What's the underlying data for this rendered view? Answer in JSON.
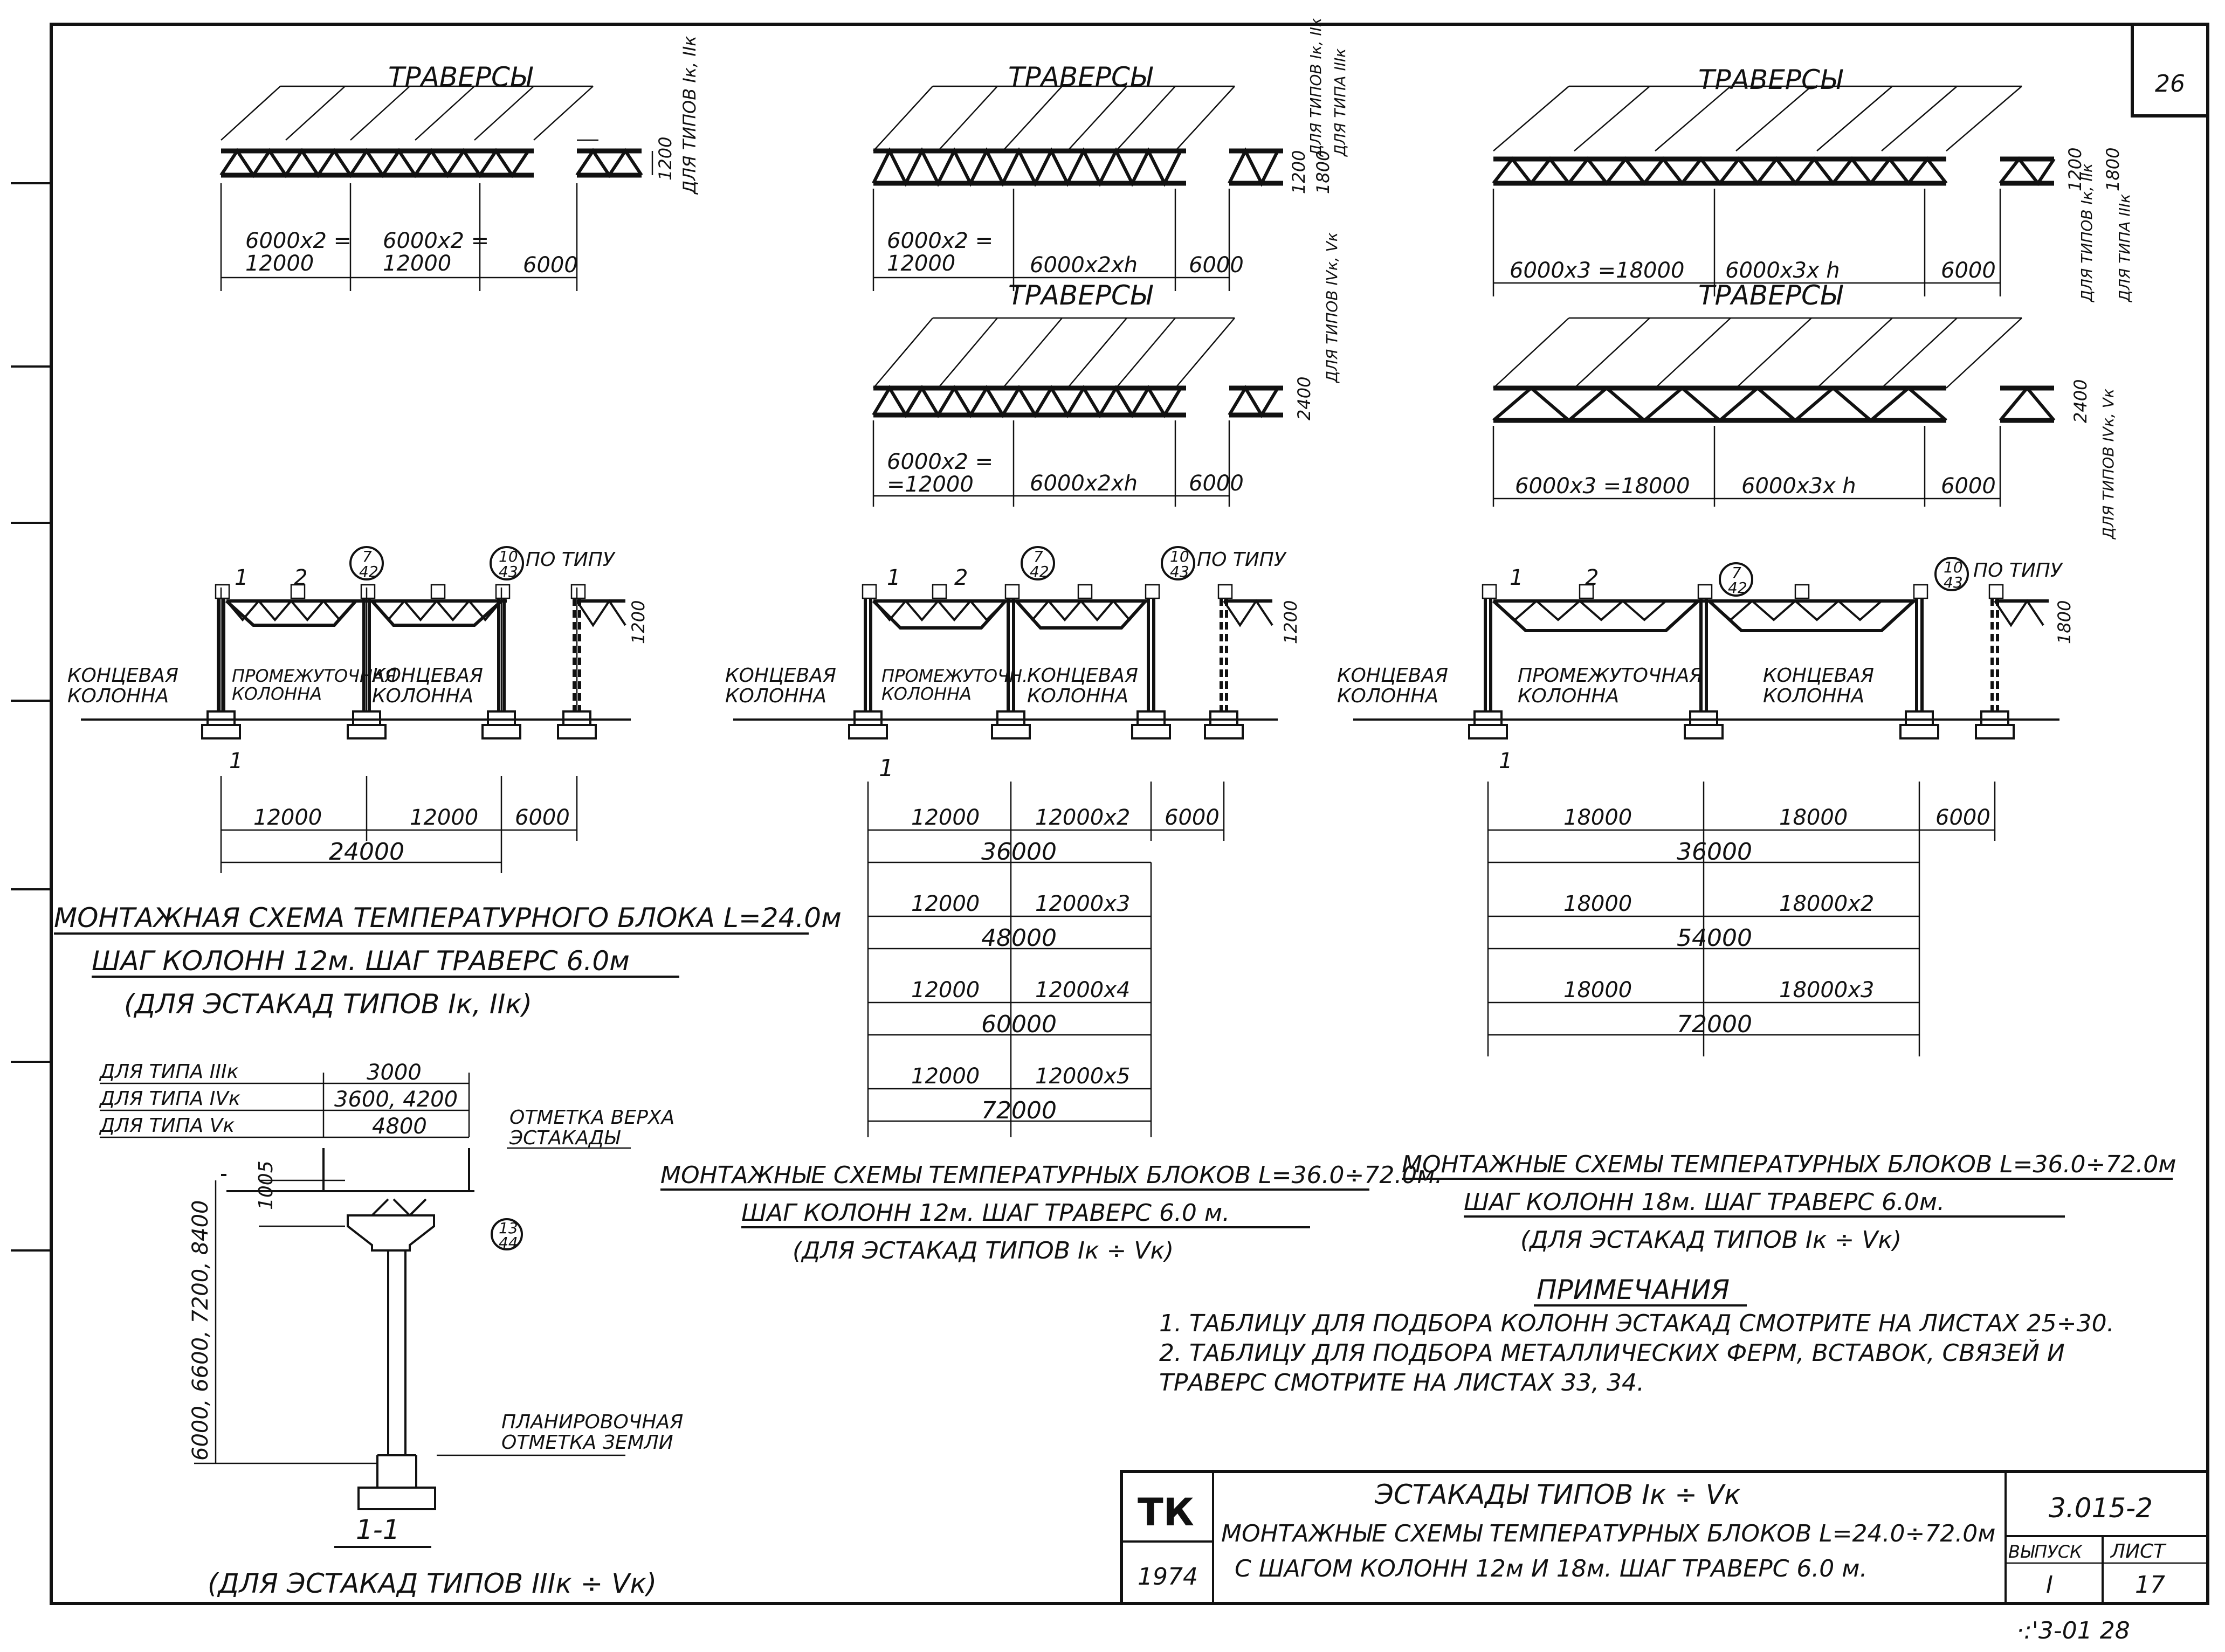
{
  "sheet_number": "26",
  "stamp_bottom": "·:'3-01  28",
  "traverse_schemes": [
    {
      "title": "ТРАВЕРСЫ",
      "dims": [
        "6000x2 =\n12000",
        "6000x2 =\n12000",
        "6000"
      ],
      "height": "1200",
      "side_note": "ДЛЯ ТИПОВ Iк, IIк"
    },
    {
      "title": "ТРАВЕРСЫ",
      "dims": [
        "6000x2 =\n12000",
        "6000x2xh",
        "6000"
      ],
      "height": "1200",
      "height2": "1800",
      "side_note": "ДЛЯ ТИПОВ Iк, IIк",
      "side_note2": "ДЛЯ ТИПА IIIк"
    },
    {
      "title": "ТРАВЕРСЫ",
      "dims": [
        "6000x3 =18000",
        "6000x3x h",
        "6000"
      ],
      "height": "1200",
      "height2": "1800",
      "side_note": "ДЛЯ ТИПОВ Iк, IIк",
      "side_note2": "ДЛЯ ТИПА IIIк"
    },
    {
      "title": "ТРАВЕРСЫ",
      "dims": [
        "6000x2 =\n=12000",
        "6000x2xh",
        "6000"
      ],
      "height": "2400",
      "side_note": "ДЛЯ ТИПОВ IVк, Vк"
    },
    {
      "title": "ТРАВЕРСЫ",
      "dims": [
        "6000x3 =18000",
        "6000x3x h",
        "6000"
      ],
      "height": "2400",
      "side_note": "ДЛЯ ТИПОВ IVк, Vк"
    }
  ],
  "montage_schemes": [
    {
      "callouts": {
        "node1": "7",
        "node1_sheet": "42",
        "node2": "10",
        "node2_sheet": "43",
        "by_type": "ПО ТИПУ"
      },
      "labels": [
        "КОНЦЕВАЯ\nКОЛОННА",
        "ПРОМЕЖУТОЧНАЯ\nКОЛОННА",
        "КОНЦЕВАЯ\nКОЛОННА"
      ],
      "section_marks": [
        "1",
        "2",
        "1"
      ],
      "height": "1200",
      "spans": [
        "12000",
        "12000",
        "6000"
      ],
      "totals": [
        "24000"
      ]
    },
    {
      "callouts": {
        "node1": "7",
        "node1_sheet": "42",
        "node2": "10",
        "node2_sheet": "43",
        "by_type": "ПО ТИПУ"
      },
      "labels": [
        "КОНЦЕВАЯ\nКОЛОННА",
        "ПРОМЕЖУТОЧН.\nКОЛОННА",
        "КОНЦЕВАЯ\nКОЛОННА"
      ],
      "section_marks": [
        "1",
        "2",
        "1"
      ],
      "height": "1200",
      "spans": [
        "12000",
        "12000x2",
        "6000"
      ],
      "rows": [
        {
          "a": "12000",
          "b": "12000x2",
          "total": "36000"
        },
        {
          "a": "12000",
          "b": "12000x3",
          "total": "48000"
        },
        {
          "a": "12000",
          "b": "12000x4",
          "total": "60000"
        },
        {
          "a": "12000",
          "b": "12000x5",
          "total": "72000"
        }
      ]
    },
    {
      "callouts": {
        "node1": "7",
        "node1_sheet": "42",
        "node2": "10",
        "node2_sheet": "43",
        "by_type": "ПО ТИПУ"
      },
      "labels": [
        "КОНЦЕВАЯ\nКОЛОННА",
        "ПРОМЕЖУТОЧНАЯ\nКОЛОННА",
        "КОНЦЕВАЯ\nКОЛОННА"
      ],
      "section_marks": [
        "1",
        "2",
        "1"
      ],
      "height": "1800",
      "spans": [
        "18000",
        "18000",
        "6000"
      ],
      "rows": [
        {
          "a": "18000",
          "b": "18000",
          "total": "36000"
        },
        {
          "a": "18000",
          "b": "18000x2",
          "total": "54000"
        },
        {
          "a": "18000",
          "b": "18000x3",
          "total": "72000"
        }
      ]
    }
  ],
  "captions": [
    {
      "line1": "МОНТАЖНАЯ СХЕМА ТЕМПЕРАТУРНОГО БЛОКА L=24.0м",
      "line2": "ШАГ КОЛОНН 12м. ШАГ ТРАВЕРС 6.0м",
      "line3": "(ДЛЯ ЭСТАКАД ТИПОВ Iк, IIк)"
    },
    {
      "line1": "МОНТАЖНЫЕ СХЕМЫ ТЕМПЕРАТУРНЫХ БЛОКОВ L=36.0÷72.0м.",
      "line2": "ШАГ КОЛОНН 12м. ШАГ ТРАВЕРС 6.0 м.",
      "line3": "(ДЛЯ ЭСТАКАД ТИПОВ Iк ÷ Vк)"
    },
    {
      "line1": "МОНТАЖНЫЕ СХЕМЫ ТЕМПЕРАТУРНЫХ БЛОКОВ L=36.0÷72.0м",
      "line2": "ШАГ КОЛОНН 18м. ШАГ ТРАВЕРС 6.0м.",
      "line3": "(ДЛЯ ЭСТАКАД ТИПОВ Iк ÷ Vк)"
    }
  ],
  "section": {
    "height_table": [
      {
        "label": "ДЛЯ ТИПА IIIк",
        "value": "3000"
      },
      {
        "label": "ДЛЯ ТИПА IVк",
        "value": "3600, 4200"
      },
      {
        "label": "ДЛЯ ТИПА Vк",
        "value": "4800"
      }
    ],
    "top_mark": "ОТМЕТКА ВЕРХА\nЭСТАКАДЫ",
    "ground_mark": "ПЛАНИРОВОЧНАЯ\nОТМЕТКА ЗЕМЛИ",
    "dim_top": "1005",
    "dim_heights": "6000, 6600, 7200, 8400",
    "node": "13",
    "node_sheet": "44",
    "label": "1-1",
    "caption": "(ДЛЯ ЭСТАКАД ТИПОВ IIIк ÷ Vк)"
  },
  "notes": {
    "title": "ПРИМЕЧАНИЯ",
    "items": [
      "1. ТАБЛИЦУ ДЛЯ ПОДБОРА КОЛОНН ЭСТАКАД СМОТРИТЕ НА ЛИСТАХ 25÷30.",
      "2. ТАБЛИЦУ ДЛЯ ПОДБОРА МЕТАЛЛИЧЕСКИХ ФЕРМ, ВСТАВОК, СВЯЗЕЙ И",
      "    ТРАВЕРС СМОТРИТЕ НА ЛИСТАХ 33, 34."
    ]
  },
  "title_block": {
    "logo": "ТК",
    "year": "1974",
    "title1": "ЭСТАКАДЫ ТИПОВ Iк ÷ Vк",
    "title2": "МОНТАЖНЫЕ СХЕМЫ ТЕМПЕРАТУРНЫХ БЛОКОВ L=24.0÷72.0м",
    "title3": "С ШАГОМ КОЛОНН 12м И 18м. ШАГ ТРАВЕРС 6.0 м.",
    "code": "3.015-2",
    "issue_label": "ВЫПУСК",
    "issue": "I",
    "sheet_label": "ЛИСТ",
    "sheet": "17"
  }
}
